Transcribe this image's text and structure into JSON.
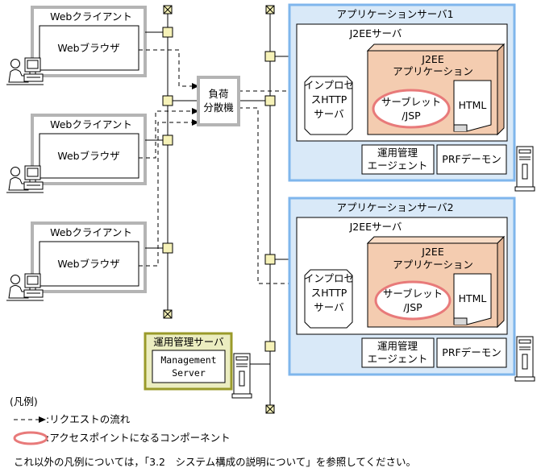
{
  "clients": [
    {
      "title": "Webクライアント",
      "browser": "Webブラウザ"
    },
    {
      "title": "Webクライアント",
      "browser": "Webブラウザ"
    },
    {
      "title": "Webクライアント",
      "browser": "Webブラウザ"
    }
  ],
  "load_balancer": {
    "line1": "負荷",
    "line2": "分散機"
  },
  "app_servers": [
    {
      "title": "アプリケーションサーバ1",
      "j2ee_server": "J2EEサーバ",
      "j2ee_app_line1": "J2EE",
      "j2ee_app_line2": "アプリケーション",
      "inprocess_line1": "インプロセ",
      "inprocess_line2": "スHTTP",
      "inprocess_line3": "サーバ",
      "servlet_line1": "サーブレット",
      "servlet_line2": "/JSP",
      "html": "HTML",
      "agent_line1": "運用管理",
      "agent_line2": "エージェント",
      "prf": "PRFデーモン"
    },
    {
      "title": "アプリケーションサーバ2",
      "j2ee_server": "J2EEサーバ",
      "j2ee_app_line1": "J2EE",
      "j2ee_app_line2": "アプリケーション",
      "inprocess_line1": "インプロセ",
      "inprocess_line2": "スHTTP",
      "inprocess_line3": "サーバ",
      "servlet_line1": "サーブレット",
      "servlet_line2": "/JSP",
      "html": "HTML",
      "agent_line1": "運用管理",
      "agent_line2": "エージェント",
      "prf": "PRFデーモン"
    }
  ],
  "mgmt_server": {
    "title": "運用管理サーバ",
    "line1": "Management",
    "line2": "Server"
  },
  "legend": {
    "heading": "(凡例)",
    "request_flow": ":リクエストの流れ",
    "access_point": ":アクセスポイントになるコンポーネント",
    "note": "これ以外の凡例については，「3.2　システム構成の説明について」を参照してください。"
  },
  "colors": {
    "client_border": "#b4b4b4",
    "app_server_fill": "#d9e9f8",
    "app_server_border": "#7fb6ec",
    "j2ee_app_fill": "#f4ccb0",
    "mgmt_fill": "#ebedc0",
    "mgmt_border": "#9a9a2a",
    "node_fill": "#f6f2b8",
    "access_point": "#e87a7a"
  }
}
